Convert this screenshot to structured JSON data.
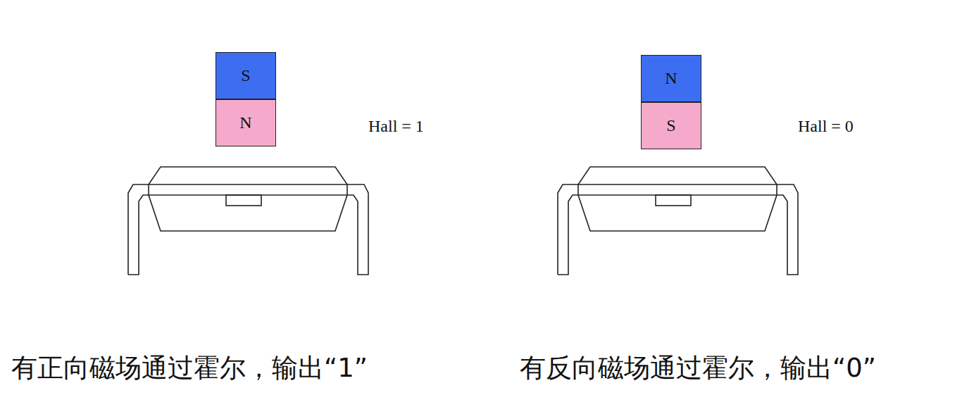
{
  "diagram": {
    "nodes": [
      {
        "text": [
          "S"
        ]
      },
      {
        "text": [
          "N"
        ]
      },
      {
        "text": [
          "N"
        ]
      },
      {
        "text": [
          "S"
        ]
      }
    ],
    "labels": [
      "Hall = 1",
      "Hall = 0",
      "有正向磁场通过霍尔，输出“1”",
      "有反向磁场通过霍尔，输出“0”"
    ]
  }
}
